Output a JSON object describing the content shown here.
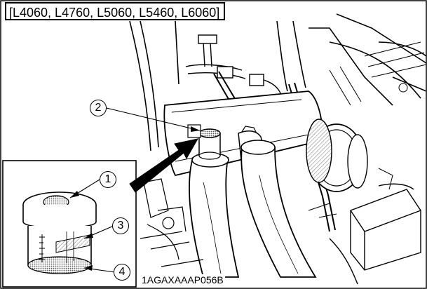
{
  "figure": {
    "model_header": "[L4060, L4760, L5060, L5460, L6060]",
    "figure_code": "1AGAXAAAP056B",
    "callouts": [
      {
        "label": "1",
        "glyph": "①"
      },
      {
        "label": "2",
        "glyph": "②"
      },
      {
        "label": "3",
        "glyph": "③"
      },
      {
        "label": "4",
        "glyph": "④"
      }
    ],
    "line_color": "#000000",
    "background_color": "#ffffff"
  }
}
